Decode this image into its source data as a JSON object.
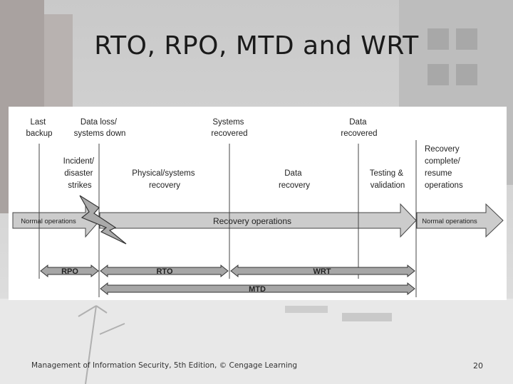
{
  "slide": {
    "title": "RTO, RPO, MTD and WRT",
    "footer": "Management of Information Security, 5th Edition, © Cengage Learning",
    "page_number": "20"
  },
  "diagram": {
    "milestones": {
      "last_backup": [
        "Last",
        "backup"
      ],
      "data_loss": [
        "Data loss/",
        "systems down"
      ],
      "incident": [
        "Incident/",
        "disaster",
        "strikes"
      ],
      "systems_recovered": [
        "Systems",
        "recovered"
      ],
      "data_recovered": [
        "Data",
        "recovered"
      ],
      "recovery_complete": [
        "Recovery",
        "complete/",
        "resume",
        "operations"
      ]
    },
    "phases": {
      "physical": [
        "Physical/systems",
        "recovery"
      ],
      "data": [
        "Data",
        "recovery"
      ],
      "testing": [
        "Testing &",
        "validation"
      ]
    },
    "band": {
      "normal_left": "Normal operations",
      "recovery": "Recovery operations",
      "normal_right": "Normal operations"
    },
    "metrics": {
      "rpo": "RPO",
      "rto": "RTO",
      "wrt": "WRT",
      "mtd": "MTD"
    },
    "colors": {
      "band_fill": "#cccccc",
      "bar_fill": "#a6a6a6",
      "bolt_fill": "#aaaaaa",
      "stroke": "#444444"
    }
  }
}
